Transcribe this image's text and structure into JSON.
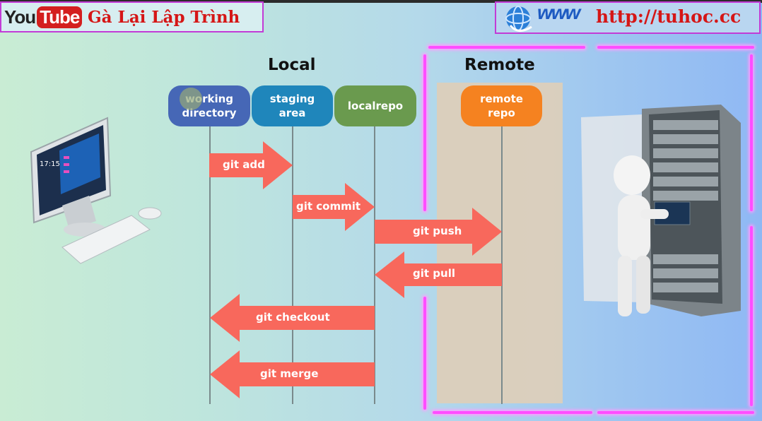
{
  "header": {
    "youtube_logo": "YouTube",
    "channel_name": "Gà Lại Lập Trình",
    "www_logo": "www",
    "website_url": "http://tuhoc.cc"
  },
  "sections": {
    "local": "Local",
    "remote": "Remote"
  },
  "nodes": [
    {
      "label": "working\ndirectory",
      "color": "#4667b6"
    },
    {
      "label": "staging\narea",
      "color": "#1f86bb"
    },
    {
      "label": "localrepo",
      "color": "#6a9a4e"
    },
    {
      "label": "remote\nrepo",
      "color": "#f58220"
    }
  ],
  "commands": [
    {
      "label": "git add",
      "from": "working directory",
      "to": "staging area"
    },
    {
      "label": "git commit",
      "from": "staging area",
      "to": "localrepo"
    },
    {
      "label": "git push",
      "from": "localrepo",
      "to": "remote repo"
    },
    {
      "label": "git pull",
      "from": "remote repo",
      "to": "localrepo"
    },
    {
      "label": "git checkout",
      "from": "localrepo",
      "to": "working directory"
    },
    {
      "label": "git merge",
      "from": "localrepo",
      "to": "working directory"
    }
  ],
  "colors": {
    "arrow": "#f8685c",
    "neon_border": "#ff4dff"
  },
  "icons": {
    "left": "desktop-computer-icon",
    "right": "server-rack-with-person-icon"
  }
}
